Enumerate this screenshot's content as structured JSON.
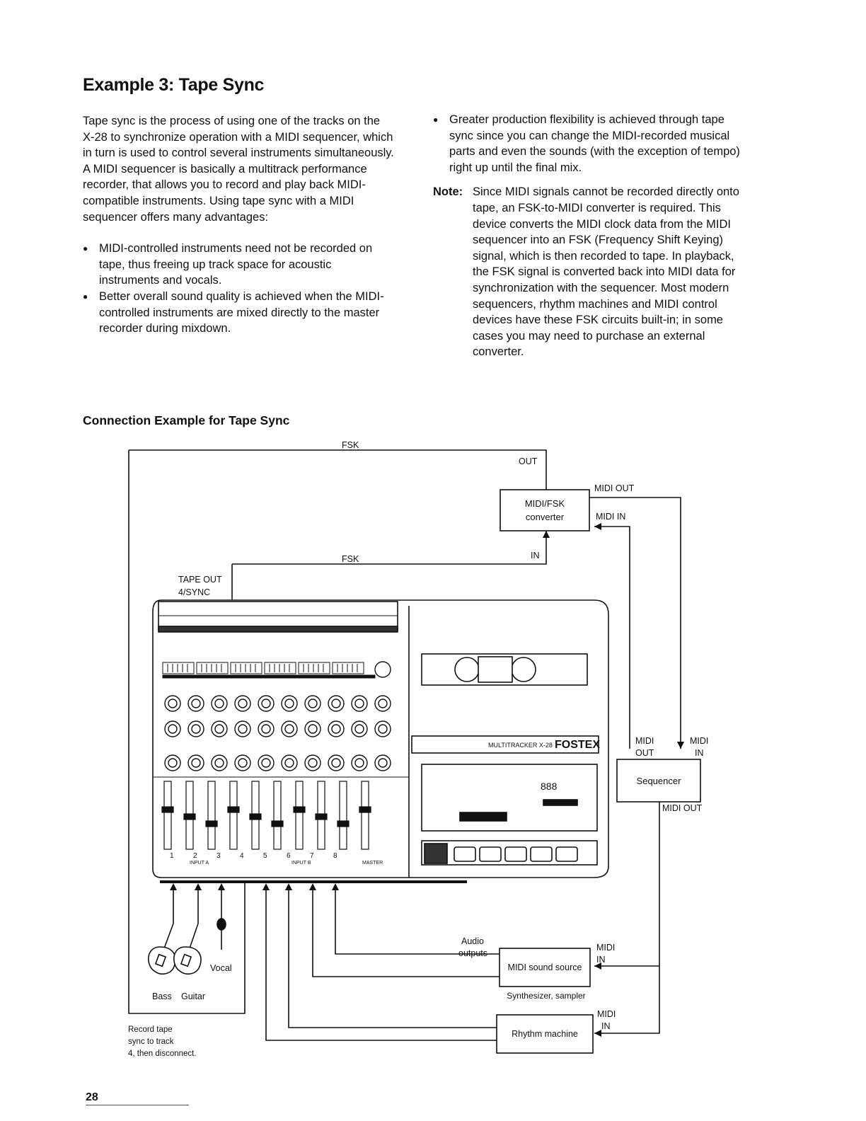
{
  "title": "Example 3: Tape Sync",
  "intro": "Tape sync is the process of using one of the tracks on the X-28 to synchronize operation with a MIDI sequencer, which in turn is used to control several instruments simultaneously. A MIDI sequencer is basically a multitrack performance recorder, that allows you to record and play back MIDI-compatible instruments. Using tape sync with a MIDI sequencer offers many advantages:",
  "bullets_left": [
    "MIDI-controlled instruments need not be recorded on tape, thus freeing up track space for acoustic instruments and vocals.",
    "Better overall sound quality is achieved when the MIDI-controlled instruments are mixed directly to the master recorder during mixdown."
  ],
  "bullets_right": [
    "Greater production flexibility is achieved through tape sync since you can change the MIDI-recorded musical parts and even the sounds (with the exception of tempo) right up until the final mix."
  ],
  "note": {
    "label": "Note:",
    "text": "Since MIDI signals cannot be recorded directly onto tape, an FSK-to-MIDI converter is required. This device converts the MIDI clock data from the MIDI sequencer into an FSK (Frequency Shift Keying) signal, which is then recorded to tape. In playback, the FSK signal is converted back into MIDI data for synchronization with the sequencer. Most modern sequencers, rhythm machines and MIDI control devices have these FSK circuits built-in; in some cases you may need to purchase an external converter."
  },
  "diagram": {
    "title": "Connection Example for Tape Sync",
    "labels": {
      "fsk_top": "FSK",
      "fsk_mid": "FSK",
      "out": "OUT",
      "in": "IN",
      "converter_line1": "MIDI/FSK",
      "converter_line2": "converter",
      "midi_out_conv": "MIDI OUT",
      "midi_in_conv": "MIDI IN",
      "tape_out_line1": "TAPE OUT",
      "tape_out_line2": "4/SYNC",
      "midi_out_seq_1": "MIDI",
      "midi_out_seq_2": "OUT",
      "midi_in_seq_1": "MIDI",
      "midi_in_seq_2": "IN",
      "sequencer": "Sequencer",
      "seq_midi_out": "MIDI OUT",
      "audio_1": "Audio",
      "audio_2": "outputs",
      "sound_source": "MIDI sound source",
      "sound_source_caption": "Synthesizer, sampler",
      "midi_in_ss_1": "MIDI",
      "midi_in_ss_2": "IN",
      "rhythm_machine": "Rhythm machine",
      "midi_in_rm_1": "MIDI",
      "midi_in_rm_2": "IN",
      "vocal": "Vocal",
      "bass": "Bass",
      "guitar": "Guitar",
      "record_note_1": "Record tape",
      "record_note_2": "sync to track",
      "record_note_3": "4, then disconnect.",
      "model": "MULTITRACKER X-28",
      "brand": "FOSTEX",
      "display_count": "888",
      "fader_numbers": [
        "1",
        "2",
        "3",
        "4",
        "5",
        "6",
        "7",
        "8"
      ],
      "input_a": "INPUT A",
      "input_b": "INPUT B",
      "master": "MASTER"
    }
  },
  "page_number": "28"
}
